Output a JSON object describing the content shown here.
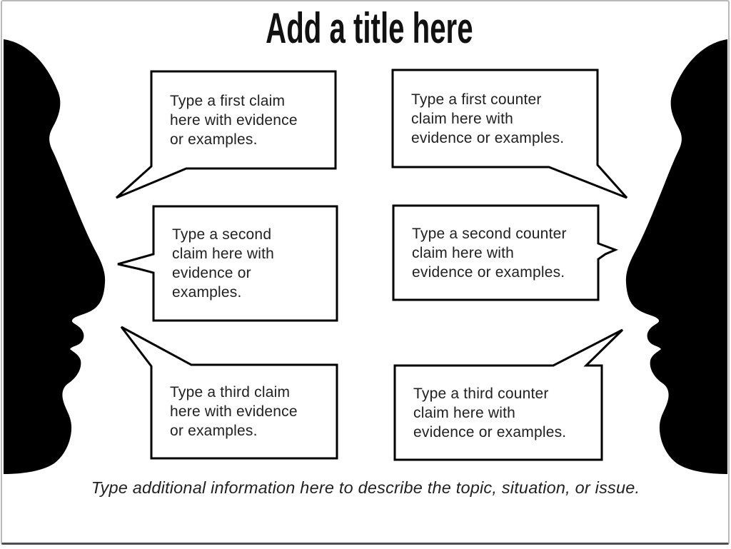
{
  "slide": {
    "title": "Add a title here",
    "caption": "Type additional information here to describe the topic, situation, or issue."
  },
  "figures": {
    "left": "left-face-profile-silhouette",
    "right": "right-face-profile-silhouette"
  },
  "bubbles": [
    {
      "name": "first-claim",
      "lines": [
        "Type a first claim",
        "here with evidence",
        "or examples."
      ]
    },
    {
      "name": "first-counter-claim",
      "lines": [
        "Type a first counter",
        "claim here with",
        "evidence or examples."
      ]
    },
    {
      "name": "second-claim",
      "lines": [
        "Type a second",
        "claim here with",
        "evidence or",
        "examples."
      ]
    },
    {
      "name": "second-counter-claim",
      "lines": [
        "Type a second counter",
        "claim here with",
        "evidence or examples."
      ]
    },
    {
      "name": "third-claim",
      "lines": [
        "Type a third claim",
        "here with evidence",
        "or examples."
      ]
    },
    {
      "name": "third-counter-claim",
      "lines": [
        "Type a third counter",
        "claim here with",
        "evidence or examples."
      ]
    }
  ],
  "colors": {
    "ink": "#000000",
    "text": "#212121",
    "background": "#ffffff",
    "frame_border": "#b9b9b9",
    "frame_border_bottom": "#4e4e50"
  }
}
